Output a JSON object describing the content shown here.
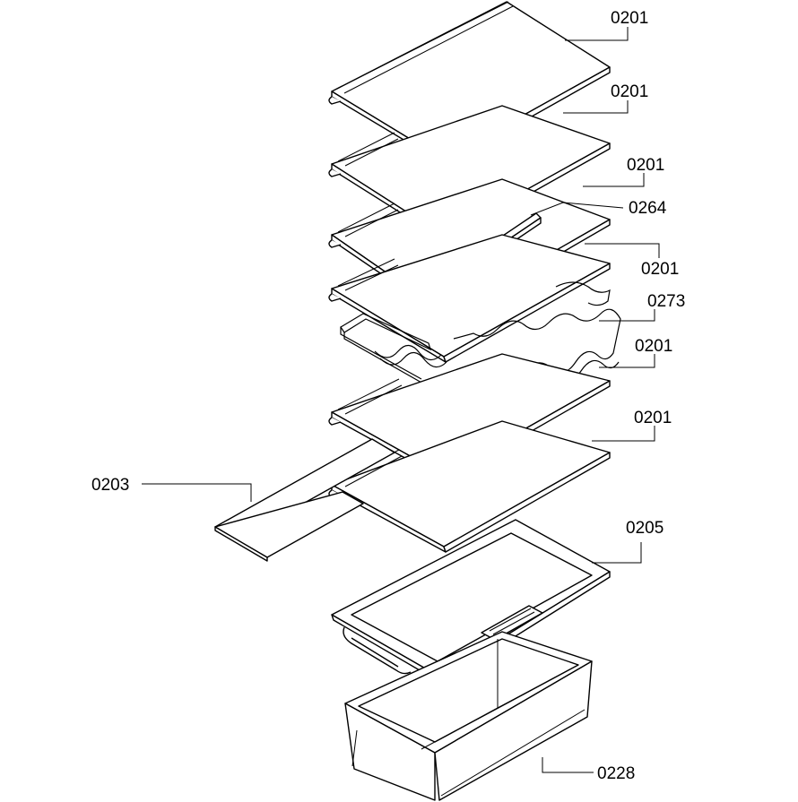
{
  "callouts": {
    "shelf_1": "0201",
    "shelf_2": "0201",
    "shelf_3": "0201",
    "clip": "0264",
    "shelf_4": "0201",
    "bottle_rack": "0273",
    "shelf_5": "0201",
    "shelf_6": "0201",
    "cover_plate": "0203",
    "crisper_cover": "0205",
    "crisper_drawer": "0228"
  }
}
